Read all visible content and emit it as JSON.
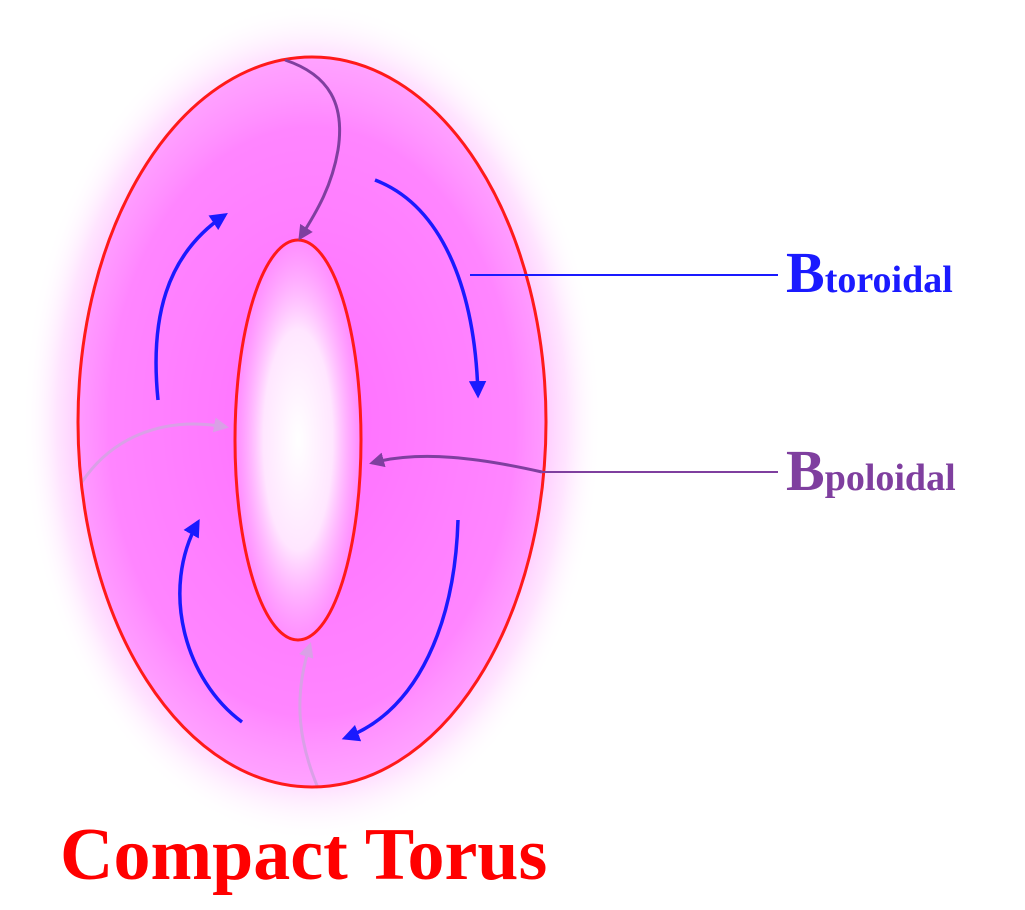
{
  "labels": {
    "toroidal": {
      "prefix": "B",
      "subscript": "toroidal"
    },
    "poloidal": {
      "prefix": "B",
      "subscript": "poloidal"
    }
  },
  "caption": "Compact Torus",
  "colors": {
    "torus_outline": "#ff1a1a",
    "torus_fill": "#ff66ff",
    "glow": "#ff99ff",
    "toroidal_field": "#1a1aff",
    "poloidal_field": "#7f3f9f",
    "caption": "#ff0000",
    "toroidal_label": "#1a1aff",
    "poloidal_label": "#7f3f9f"
  }
}
